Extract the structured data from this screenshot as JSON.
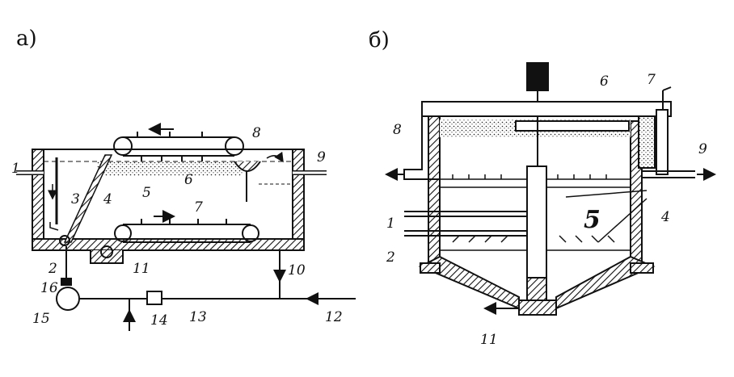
{
  "panels": [
    {
      "id": "a",
      "label": "а)",
      "callouts": [
        "1",
        "2",
        "3",
        "4",
        "5",
        "6",
        "7",
        "8",
        "9",
        "10",
        "11",
        "12",
        "13",
        "14",
        "15",
        "16"
      ]
    },
    {
      "id": "b",
      "label": "б)",
      "callouts": [
        "1",
        "2",
        "4",
        "5",
        "6",
        "7",
        "8",
        "9",
        "11"
      ]
    }
  ],
  "colors": {
    "ink": "#111111",
    "paper": "#ffffff"
  }
}
